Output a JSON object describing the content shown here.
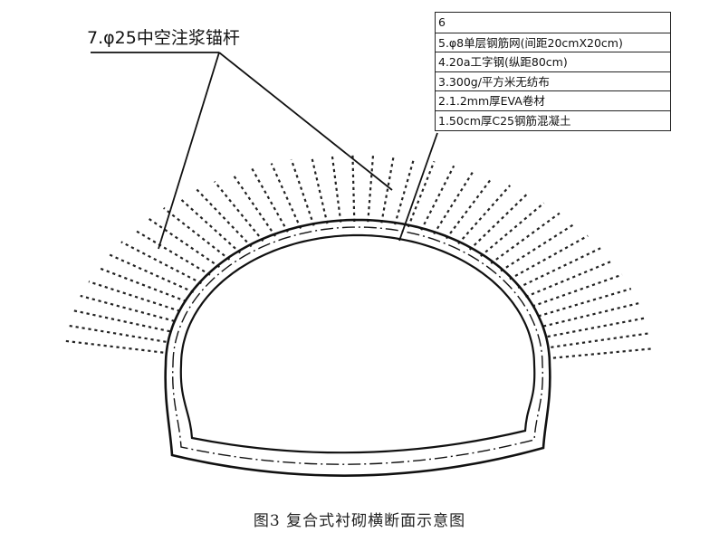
{
  "figure": {
    "bolt_label": "7.φ25中空注浆锚杆",
    "legend": [
      "6",
      "5.φ8单层钢筋网(间距20cmX20cm)",
      "4.20a工字钢(纵距80cm)",
      "3.300g/平方米无纺布",
      "2.1.2mm厚EVA卷材",
      "1.50cm厚C25钢筋混凝土"
    ],
    "caption": "图3   复合式衬砌横断面示意图"
  }
}
